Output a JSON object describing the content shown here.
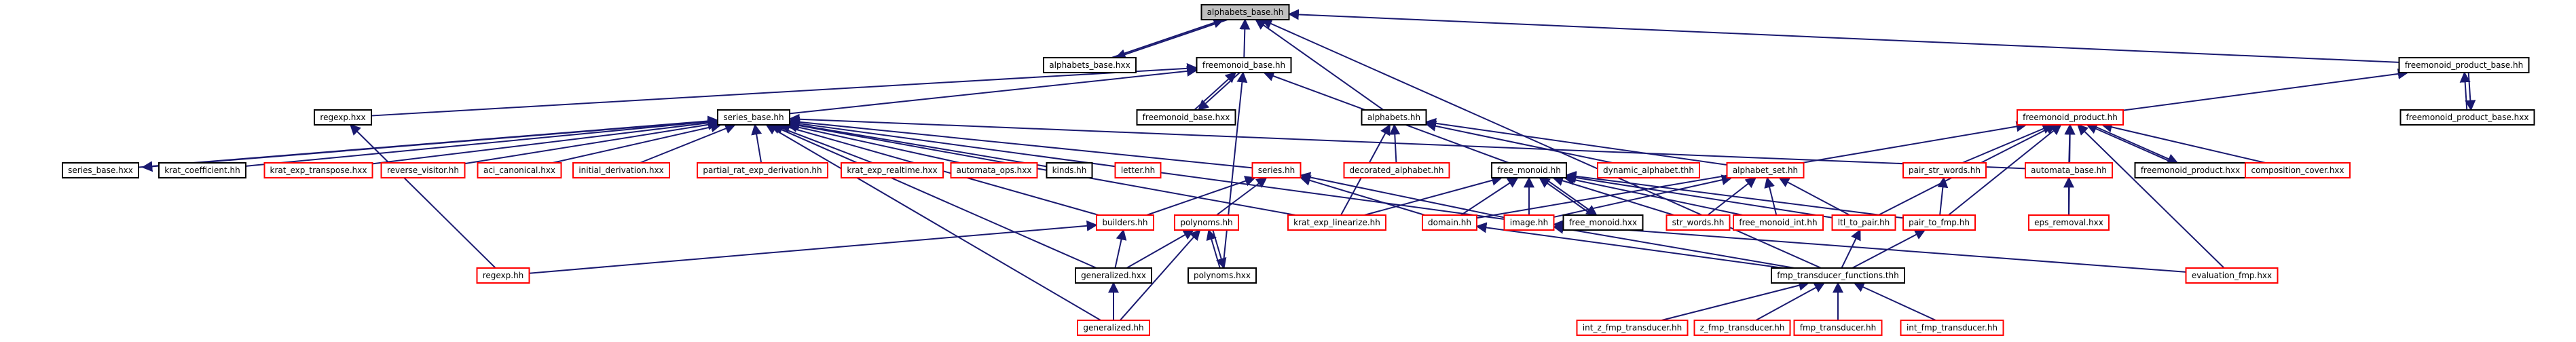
{
  "colors": {
    "root_fill": "#bfbfbf",
    "red_border": "#ff0000",
    "black_border": "#000000",
    "edge": "#191970"
  },
  "nodes": [
    {
      "id": "alphabets_base_hh",
      "label": "alphabets_base.hh",
      "style": "root"
    },
    {
      "id": "alphabets_base_hxx",
      "label": "alphabets_base.hxx",
      "style": "black"
    },
    {
      "id": "freemonoid_base_hh",
      "label": "freemonoid_base.hh",
      "style": "black"
    },
    {
      "id": "freemonoid_product_base_hh",
      "label": "freemonoid_product_base.hh",
      "style": "black"
    },
    {
      "id": "regexp_hxx",
      "label": "regexp.hxx",
      "style": "black"
    },
    {
      "id": "series_base_hh",
      "label": "series_base.hh",
      "style": "black"
    },
    {
      "id": "freemonoid_base_hxx",
      "label": "freemonoid_base.hxx",
      "style": "black"
    },
    {
      "id": "alphabets_hh",
      "label": "alphabets.hh",
      "style": "black"
    },
    {
      "id": "freemonoid_product_hh",
      "label": "freemonoid_product.hh",
      "style": "red"
    },
    {
      "id": "freemonoid_product_base_hxx",
      "label": "freemonoid_product_base.hxx",
      "style": "black"
    },
    {
      "id": "series_base_hxx",
      "label": "series_base.hxx",
      "style": "black"
    },
    {
      "id": "krat_coefficient_hh",
      "label": "krat_coefficient.hh",
      "style": "black"
    },
    {
      "id": "krat_exp_transpose_hxx",
      "label": "krat_exp_transpose.hxx",
      "style": "red"
    },
    {
      "id": "reverse_visitor_hh",
      "label": "reverse_visitor.hh",
      "style": "red"
    },
    {
      "id": "aci_canonical_hxx",
      "label": "aci_canonical.hxx",
      "style": "red"
    },
    {
      "id": "initial_derivation_hxx",
      "label": "initial_derivation.hxx",
      "style": "red"
    },
    {
      "id": "partial_rat_exp_derivation_hh",
      "label": "partial_rat_exp_derivation.hh",
      "style": "red"
    },
    {
      "id": "krat_exp_realtime_hxx",
      "label": "krat_exp_realtime.hxx",
      "style": "red"
    },
    {
      "id": "automata_ops_hxx",
      "label": "automata_ops.hxx",
      "style": "red"
    },
    {
      "id": "kinds_hh",
      "label": "kinds.hh",
      "style": "black"
    },
    {
      "id": "letter_hh",
      "label": "letter.hh",
      "style": "red"
    },
    {
      "id": "decorated_alphabet_hh",
      "label": "decorated_alphabet.hh",
      "style": "red"
    },
    {
      "id": "free_monoid_hh",
      "label": "free_monoid.hh",
      "style": "black"
    },
    {
      "id": "dynamic_alphabet_thh",
      "label": "dynamic_alphabet.thh",
      "style": "red"
    },
    {
      "id": "alphabet_set_hh",
      "label": "alphabet_set.hh",
      "style": "red"
    },
    {
      "id": "pair_str_words_hh",
      "label": "pair_str_words.hh",
      "style": "red"
    },
    {
      "id": "automata_base_hh",
      "label": "automata_base.hh",
      "style": "red"
    },
    {
      "id": "freemonoid_product_hxx",
      "label": "freemonoid_product.hxx",
      "style": "black"
    },
    {
      "id": "composition_cover_hxx",
      "label": "composition_cover.hxx",
      "style": "red"
    },
    {
      "id": "series_hh",
      "label": "series.hh",
      "style": "red"
    },
    {
      "id": "builders_hh",
      "label": "builders.hh",
      "style": "red"
    },
    {
      "id": "polynoms_hh",
      "label": "polynoms.hh",
      "style": "red"
    },
    {
      "id": "krat_exp_linearize_hh",
      "label": "krat_exp_linearize.hh",
      "style": "red"
    },
    {
      "id": "domain_hh",
      "label": "domain.hh",
      "style": "red"
    },
    {
      "id": "image_hh",
      "label": "image.hh",
      "style": "red"
    },
    {
      "id": "free_monoid_hxx",
      "label": "free_monoid.hxx",
      "style": "black"
    },
    {
      "id": "str_words_hh",
      "label": "str_words.hh",
      "style": "red"
    },
    {
      "id": "free_monoid_int_hh",
      "label": "free_monoid_int.hh",
      "style": "red"
    },
    {
      "id": "ltl_to_pair_hh",
      "label": "ltl_to_pair.hh",
      "style": "red"
    },
    {
      "id": "pair_to_fmp_hh",
      "label": "pair_to_fmp.hh",
      "style": "red"
    },
    {
      "id": "eps_removal_hxx",
      "label": "eps_removal.hxx",
      "style": "red"
    },
    {
      "id": "evaluation_fmp_hxx",
      "label": "evaluation_fmp.hxx",
      "style": "red"
    },
    {
      "id": "generalized_hxx",
      "label": "generalized.hxx",
      "style": "black"
    },
    {
      "id": "polynoms_hxx",
      "label": "polynoms.hxx",
      "style": "black"
    },
    {
      "id": "regexp_hh",
      "label": "regexp.hh",
      "style": "red"
    },
    {
      "id": "generalized_hh",
      "label": "generalized.hh",
      "style": "red"
    },
    {
      "id": "fmp_transducer_functions_thh",
      "label": "fmp_transducer_functions.thh",
      "style": "black"
    },
    {
      "id": "int_z_fmp_transducer_hh",
      "label": "int_z_fmp_transducer.hh",
      "style": "red"
    },
    {
      "id": "z_fmp_transducer_hh",
      "label": "z_fmp_transducer.hh",
      "style": "red"
    },
    {
      "id": "fmp_transducer_hh",
      "label": "fmp_transducer.hh",
      "style": "red"
    },
    {
      "id": "int_fmp_transducer_hh",
      "label": "int_fmp_transducer.hh",
      "style": "red"
    }
  ],
  "edges": [
    [
      "alphabets_base_hxx",
      "alphabets_base_hh"
    ],
    [
      "alphabets_base_hh",
      "alphabets_base_hxx"
    ],
    [
      "freemonoid_base_hh",
      "alphabets_base_hh"
    ],
    [
      "alphabets_hh",
      "alphabets_base_hh"
    ],
    [
      "freemonoid_product_base_hh",
      "alphabets_base_hh"
    ],
    [
      "fmp_transducer_functions_thh",
      "alphabets_base_hh"
    ],
    [
      "freemonoid_base_hxx",
      "freemonoid_base_hh"
    ],
    [
      "freemonoid_base_hh",
      "freemonoid_base_hxx"
    ],
    [
      "regexp_hxx",
      "freemonoid_base_hh"
    ],
    [
      "series_base_hh",
      "freemonoid_base_hh"
    ],
    [
      "free_monoid_hh",
      "freemonoid_base_hh"
    ],
    [
      "polynoms_hxx",
      "freemonoid_base_hh"
    ],
    [
      "freemonoid_product_hh",
      "freemonoid_product_base_hh"
    ],
    [
      "freemonoid_product_base_hxx",
      "freemonoid_product_base_hh"
    ],
    [
      "freemonoid_product_base_hh",
      "freemonoid_product_base_hxx"
    ],
    [
      "regexp_hh",
      "regexp_hxx"
    ],
    [
      "series_base_hxx",
      "series_base_hh"
    ],
    [
      "series_base_hh",
      "series_base_hxx"
    ],
    [
      "krat_coefficient_hh",
      "series_base_hh"
    ],
    [
      "krat_exp_transpose_hxx",
      "series_base_hh"
    ],
    [
      "reverse_visitor_hh",
      "series_base_hh"
    ],
    [
      "aci_canonical_hxx",
      "series_base_hh"
    ],
    [
      "initial_derivation_hxx",
      "series_base_hh"
    ],
    [
      "partial_rat_exp_derivation_hh",
      "series_base_hh"
    ],
    [
      "krat_exp_realtime_hxx",
      "series_base_hh"
    ],
    [
      "automata_ops_hxx",
      "series_base_hh"
    ],
    [
      "kinds_hh",
      "series_base_hh"
    ],
    [
      "series_hh",
      "series_base_hh"
    ],
    [
      "krat_exp_linearize_hh",
      "series_base_hh"
    ],
    [
      "builders_hh",
      "series_base_hh"
    ],
    [
      "generalized_hh",
      "series_base_hh"
    ],
    [
      "generalized_hxx",
      "series_base_hh"
    ],
    [
      "image_hh",
      "series_base_hh"
    ],
    [
      "automata_base_hh",
      "series_base_hh"
    ],
    [
      "decorated_alphabet_hh",
      "alphabets_hh"
    ],
    [
      "dynamic_alphabet_thh",
      "alphabets_hh"
    ],
    [
      "alphabet_set_hh",
      "alphabets_hh"
    ],
    [
      "krat_exp_linearize_hh",
      "alphabets_hh"
    ],
    [
      "pair_str_words_hh",
      "freemonoid_product_hh"
    ],
    [
      "automata_base_hh",
      "freemonoid_product_hh"
    ],
    [
      "freemonoid_product_hxx",
      "freemonoid_product_hh"
    ],
    [
      "freemonoid_product_hh",
      "freemonoid_product_hxx"
    ],
    [
      "composition_cover_hxx",
      "freemonoid_product_hh"
    ],
    [
      "domain_hh",
      "freemonoid_product_hh"
    ],
    [
      "ltl_to_pair_hh",
      "freemonoid_product_hh"
    ],
    [
      "pair_to_fmp_hh",
      "freemonoid_product_hh"
    ],
    [
      "eps_removal_hxx",
      "freemonoid_product_hh"
    ],
    [
      "evaluation_fmp_hxx",
      "freemonoid_product_hh"
    ],
    [
      "free_monoid_hxx",
      "free_monoid_hh"
    ],
    [
      "free_monoid_hh",
      "free_monoid_hxx"
    ],
    [
      "krat_exp_linearize_hh",
      "free_monoid_hh"
    ],
    [
      "domain_hh",
      "free_monoid_hh"
    ],
    [
      "image_hh",
      "free_monoid_hh"
    ],
    [
      "str_words_hh",
      "free_monoid_hh"
    ],
    [
      "free_monoid_int_hh",
      "free_monoid_hh"
    ],
    [
      "ltl_to_pair_hh",
      "free_monoid_hh"
    ],
    [
      "pair_to_fmp_hh",
      "free_monoid_hh"
    ],
    [
      "image_hh",
      "alphabet_set_hh"
    ],
    [
      "str_words_hh",
      "alphabet_set_hh"
    ],
    [
      "free_monoid_int_hh",
      "alphabet_set_hh"
    ],
    [
      "ltl_to_pair_hh",
      "alphabet_set_hh"
    ],
    [
      "pair_to_fmp_hh",
      "pair_str_words_hh"
    ],
    [
      "eps_removal_hxx",
      "automata_base_hh"
    ],
    [
      "builders_hh",
      "series_hh"
    ],
    [
      "polynoms_hh",
      "series_hh"
    ],
    [
      "domain_hh",
      "series_hh"
    ],
    [
      "image_hh",
      "series_hh"
    ],
    [
      "generalized_hxx",
      "polynoms_hh"
    ],
    [
      "polynoms_hxx",
      "polynoms_hh"
    ],
    [
      "polynoms_hh",
      "polynoms_hxx"
    ],
    [
      "generalized_hh",
      "polynoms_hh"
    ],
    [
      "generalized_hxx",
      "builders_hh"
    ],
    [
      "regexp_hh",
      "builders_hh"
    ],
    [
      "generalized_hh",
      "generalized_hxx"
    ],
    [
      "fmp_transducer_functions_thh",
      "domain_hh"
    ],
    [
      "fmp_transducer_functions_thh",
      "image_hh"
    ],
    [
      "fmp_transducer_functions_thh",
      "ltl_to_pair_hh"
    ],
    [
      "fmp_transducer_functions_thh",
      "pair_to_fmp_hh"
    ],
    [
      "evaluation_fmp_hxx",
      "image_hh"
    ],
    [
      "int_z_fmp_transducer_hh",
      "fmp_transducer_functions_thh"
    ],
    [
      "z_fmp_transducer_hh",
      "fmp_transducer_functions_thh"
    ],
    [
      "fmp_transducer_hh",
      "fmp_transducer_functions_thh"
    ],
    [
      "int_fmp_transducer_hh",
      "fmp_transducer_functions_thh"
    ]
  ]
}
